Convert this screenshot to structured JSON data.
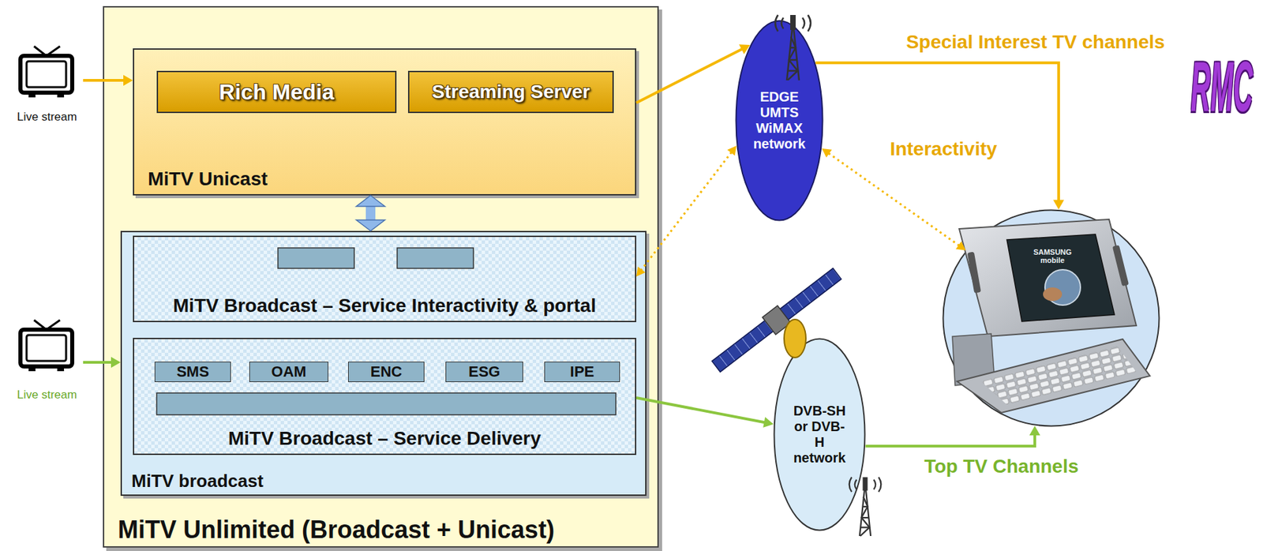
{
  "diagram": {
    "nodes": [
      {
        "text": [
          "MiTV Unlimited (Broadcast + Unicast)"
        ]
      },
      {
        "text": [
          "MiTV Unicast"
        ],
        "in": 0
      },
      {
        "text": [
          "Rich Media"
        ],
        "in": 1
      },
      {
        "text": [
          "Streaming Server"
        ],
        "in": 1
      },
      {
        "text": [
          "MiTV broadcast"
        ],
        "in": 0
      },
      {
        "text": [
          "MiTV Broadcast – Service Interactivity & portal"
        ],
        "in": 4
      },
      {
        "text": [
          "MiTV Broadcast – Service Delivery"
        ],
        "in": 4
      },
      {
        "text": [
          "SMS"
        ],
        "in": 6
      },
      {
        "text": [
          "OAM"
        ],
        "in": 6
      },
      {
        "text": [
          "ENC"
        ],
        "in": 6
      },
      {
        "text": [
          "ESG"
        ],
        "in": 6
      },
      {
        "text": [
          "IPE"
        ],
        "in": 6
      },
      {
        "text": [
          "EDGE UMTS WiMAX network"
        ]
      },
      {
        "text": [
          "DVB-SH or DVB-H network"
        ]
      },
      {
        "text": [
          "RMC"
        ]
      },
      {
        "text": [
          "Live stream"
        ]
      },
      {
        "text": [
          "Live stream"
        ]
      }
    ],
    "edges": [
      {
        "from": 15,
        "to": 1,
        "arrow": "to"
      },
      {
        "from": 16,
        "to": 4,
        "arrow": "to"
      },
      {
        "from": 1,
        "to": 4,
        "arrow": "both"
      },
      {
        "from": 1,
        "to": 12,
        "arrow": "to"
      },
      {
        "from": 12,
        "to": 14,
        "label": "Special Interest TV channels",
        "arrow": "to"
      },
      {
        "from": 12,
        "to": 14,
        "label": "Interactivity",
        "arrow": "both"
      },
      {
        "from": 12,
        "to": 5,
        "arrow": "both"
      },
      {
        "from": 6,
        "to": 13,
        "arrow": "to"
      },
      {
        "from": 13,
        "to": 14,
        "label": "Top TV Channels",
        "arrow": "to"
      }
    ],
    "labels": [
      "SAMSUNG mobile"
    ]
  }
}
